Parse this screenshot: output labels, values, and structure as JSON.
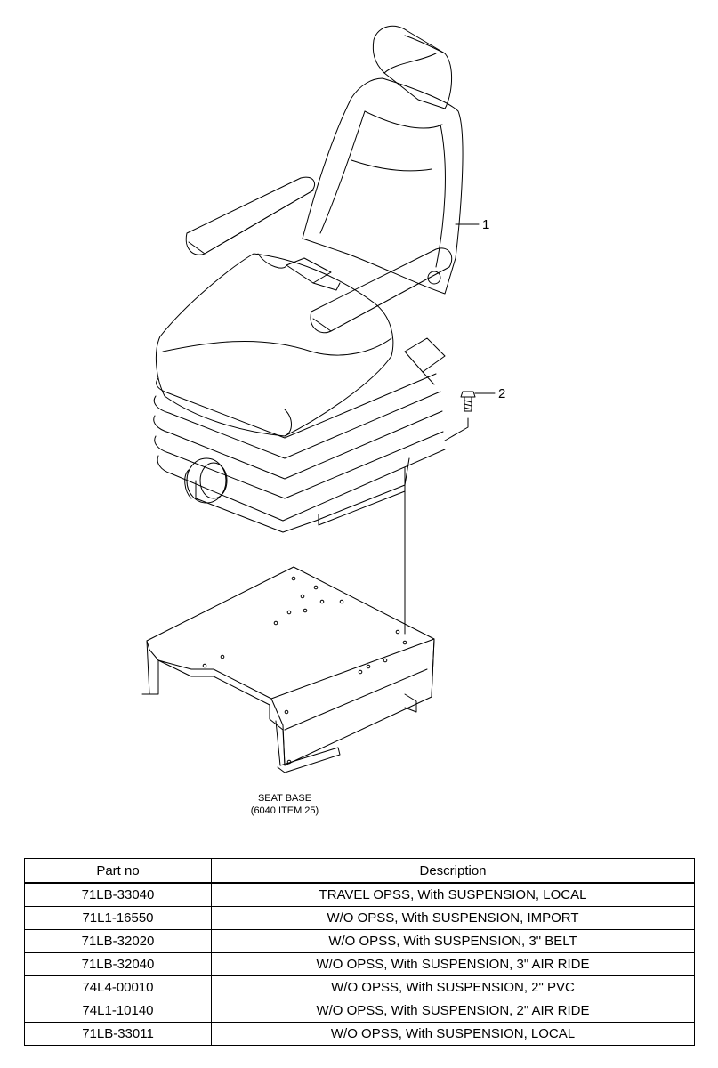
{
  "drawing": {
    "callouts": [
      "1",
      "2"
    ],
    "base_label_line1": "SEAT BASE",
    "base_label_line2": "(6040 ITEM 25)"
  },
  "table": {
    "headers": [
      "Part no",
      "Description"
    ],
    "rows": [
      [
        "71LB-33040",
        "TRAVEL OPSS, With SUSPENSION, LOCAL"
      ],
      [
        "71L1-16550",
        "W/O OPSS, With SUSPENSION, IMPORT"
      ],
      [
        "71LB-32020",
        "W/O OPSS, With SUSPENSION, 3\" BELT"
      ],
      [
        "71LB-32040",
        "W/O OPSS, With SUSPENSION, 3\" AIR RIDE"
      ],
      [
        "74L4-00010",
        "W/O OPSS, With SUSPENSION, 2\" PVC"
      ],
      [
        "74L1-10140",
        "W/O OPSS, With SUSPENSION, 2\" AIR RIDE"
      ],
      [
        "71LB-33011",
        "W/O OPSS, With SUSPENSION, LOCAL"
      ]
    ]
  }
}
